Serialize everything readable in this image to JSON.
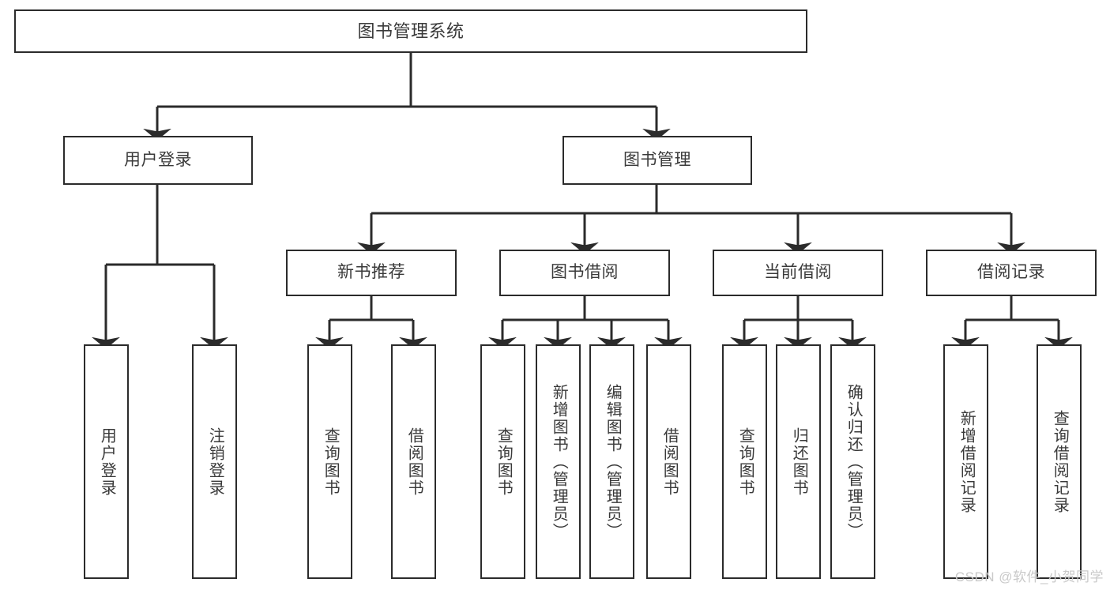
{
  "diagram": {
    "type": "tree",
    "title": "图书管理系统",
    "colors": {
      "box_border": "#2b2b2b",
      "box_fill": "#ffffff",
      "connector": "#2b2b2b",
      "text": "#3a3a3a",
      "watermark": "#c9c9c9",
      "background": "#ffffff"
    },
    "root": {
      "label": "图书管理系统"
    },
    "level2": [
      {
        "label": "用户登录"
      },
      {
        "label": "图书管理"
      }
    ],
    "level3": [
      {
        "label": "新书推荐"
      },
      {
        "label": "图书借阅"
      },
      {
        "label": "当前借阅"
      },
      {
        "label": "借阅记录"
      }
    ],
    "leaves": {
      "user_login": [
        {
          "label": "用户登录"
        },
        {
          "label": "注销登录"
        }
      ],
      "new_book_recommend": [
        {
          "label": "查询图书"
        },
        {
          "label": "借阅图书"
        }
      ],
      "book_borrow": [
        {
          "label": "查询图书"
        },
        {
          "label": "新增图书（管理员）"
        },
        {
          "label": "编辑图书（管理员）"
        },
        {
          "label": "借阅图书"
        }
      ],
      "current_borrow": [
        {
          "label": "查询图书"
        },
        {
          "label": "归还图书"
        },
        {
          "label": "确认归还（管理员）"
        }
      ],
      "borrow_record": [
        {
          "label": "新增借阅记录"
        },
        {
          "label": "查询借阅记录"
        }
      ]
    }
  },
  "watermark": {
    "text": "CSDN @软件_小贺同学"
  }
}
